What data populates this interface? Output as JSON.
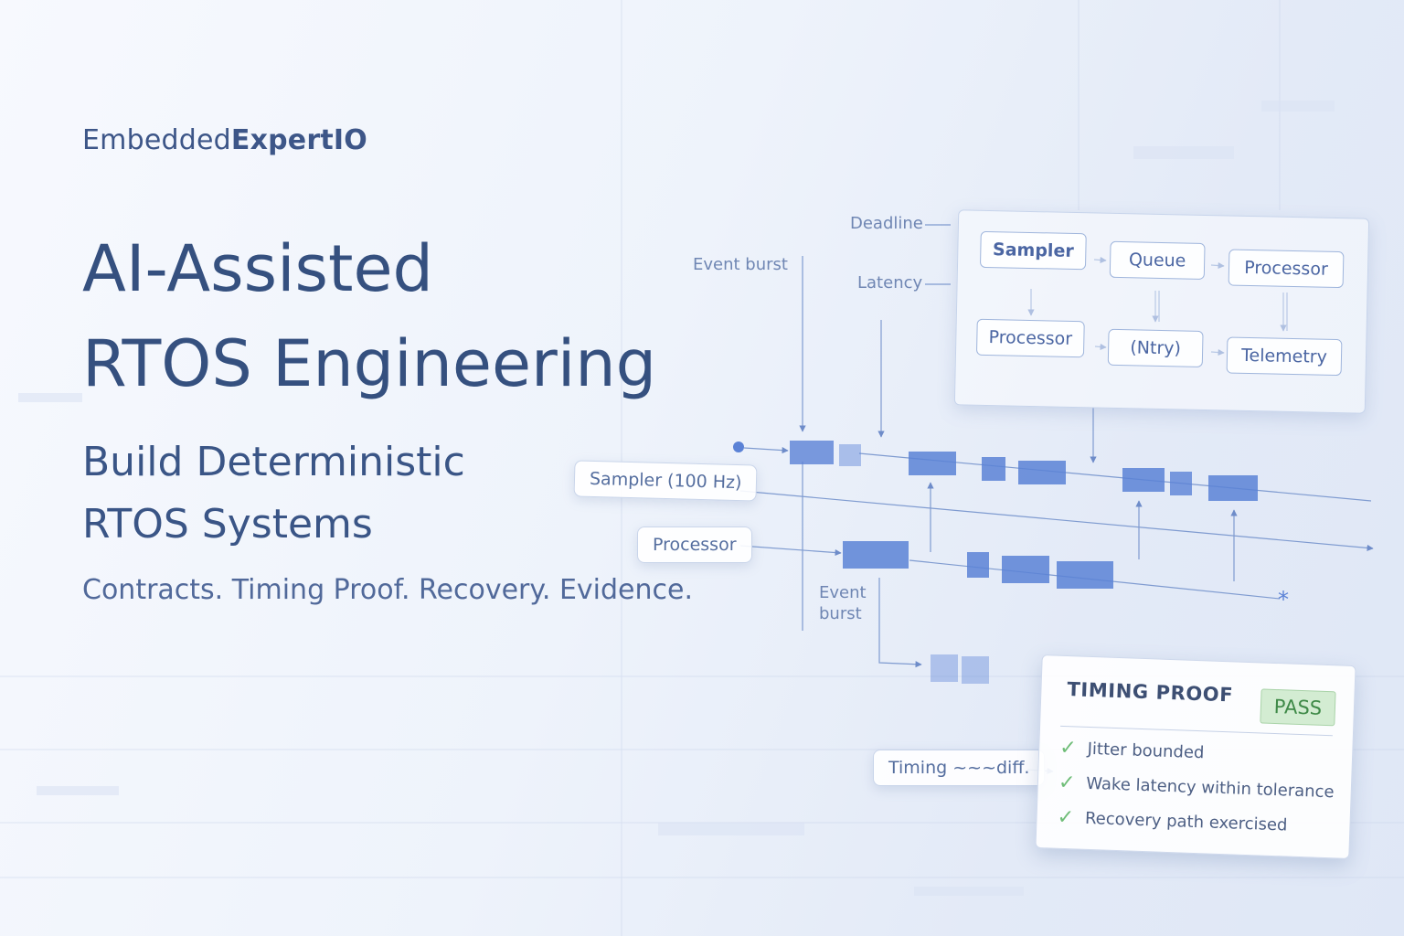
{
  "brand": {
    "prefix": "Embedded",
    "suffix": "ExpertIO"
  },
  "title": {
    "line1": "AI-Assisted",
    "line2": "RTOS Engineering"
  },
  "subtitle": {
    "line1": "Build Deterministic",
    "line2": "RTOS Systems"
  },
  "tagline": "Contracts. Timing Proof. Recovery. Evidence.",
  "flow": {
    "nodes": [
      "Sampler",
      "Queue",
      "Processor",
      "Processor",
      "(Ntry)",
      "Telemetry"
    ]
  },
  "annotations": {
    "deadline": "Deadline",
    "latency": "Latency",
    "event_burst_top": "Event burst",
    "event_burst_bottom_1": "Event",
    "event_burst_bottom_2": "burst",
    "star": "*"
  },
  "timeline": {
    "lanes": [
      "Sampler (100 Hz)",
      "Processor"
    ]
  },
  "timing_diff": "Timing ~~~diff.",
  "proof": {
    "title": "TIMING PROOF",
    "status": "PASS",
    "checks": [
      "Jitter bounded",
      "Wake latency within tolerance",
      "Recovery path exercised"
    ]
  },
  "colors": {
    "accent": "#5b82d6",
    "text": "#35507f",
    "pass_bg": "#d3ecd2",
    "pass_text": "#3f8a48"
  },
  "icons": [
    "check-icon",
    "arrow-icon",
    "asterisk-icon"
  ]
}
